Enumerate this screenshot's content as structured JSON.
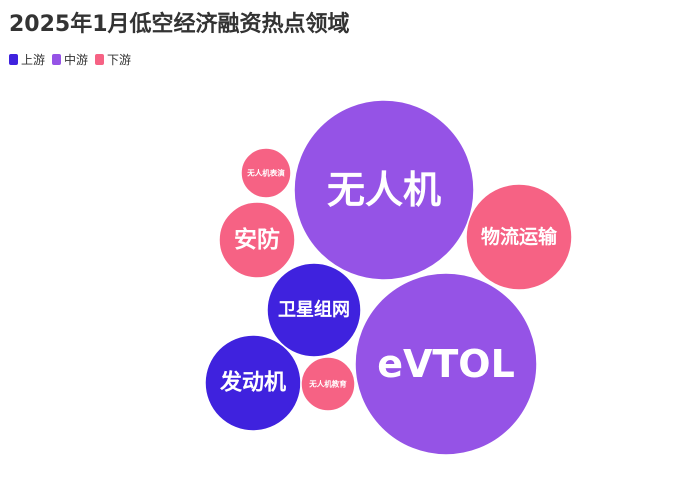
{
  "chart_data": {
    "type": "bubble",
    "title": "2025年1月低空经济融资热点领域",
    "colors": {
      "上游": "#3f22de",
      "中游": "#9553e6",
      "下游": "#f66284"
    },
    "legend": {
      "placement": "top-left",
      "items": [
        {
          "label": "上游",
          "color": "#3f22de"
        },
        {
          "label": "中游",
          "color": "#9553e6"
        },
        {
          "label": "下游",
          "color": "#f66284"
        }
      ]
    },
    "bubbles": [
      {
        "label": "无人机",
        "category": "中游",
        "relative_size": 1.0
      },
      {
        "label": "eVTOL",
        "category": "中游",
        "relative_size": 1.0
      },
      {
        "label": "物流运输",
        "category": "下游",
        "relative_size": 0.33
      },
      {
        "label": "安防",
        "category": "下游",
        "relative_size": 0.21
      },
      {
        "label": "卫星组网",
        "category": "上游",
        "relative_size": 0.27
      },
      {
        "label": "发动机",
        "category": "上游",
        "relative_size": 0.27
      },
      {
        "label": "无人机表演",
        "category": "下游",
        "relative_size": 0.08
      },
      {
        "label": "无人机教育",
        "category": "下游",
        "relative_size": 0.08
      }
    ]
  }
}
